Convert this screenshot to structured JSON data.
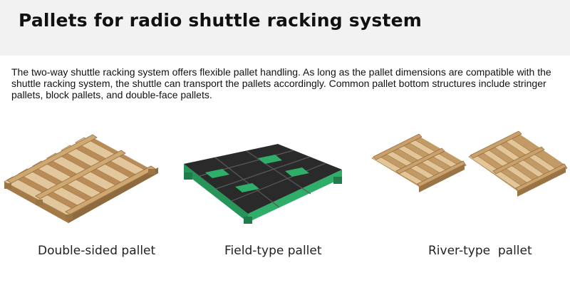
{
  "header": {
    "title": "Pallets for radio shuttle racking system"
  },
  "intro": {
    "text": "The two-way shuttle racking system offers flexible pallet handling. As long as the pallet dimensions are compatible with the shuttle racking system, the shuttle can transport the pallets accordingly. Common pallet bottom structures include stringer pallets, block pallets, and double-face pallets."
  },
  "pallets": [
    {
      "caption": "Double-sided pallet",
      "image": "wooden-double-sided-pallet"
    },
    {
      "caption": "Field-type pallet",
      "image": "plastic-field-type-pallet"
    },
    {
      "caption": "River-type  pallet",
      "image": "wooden-river-type-pallets"
    }
  ],
  "colors": {
    "header_band": "#f2f2f2",
    "wood_light": "#e2c598",
    "wood_mid": "#caa06b",
    "wood_dark": "#9b7445",
    "plastic_black": "#2a2a2a",
    "plastic_green": "#2fae6a"
  }
}
